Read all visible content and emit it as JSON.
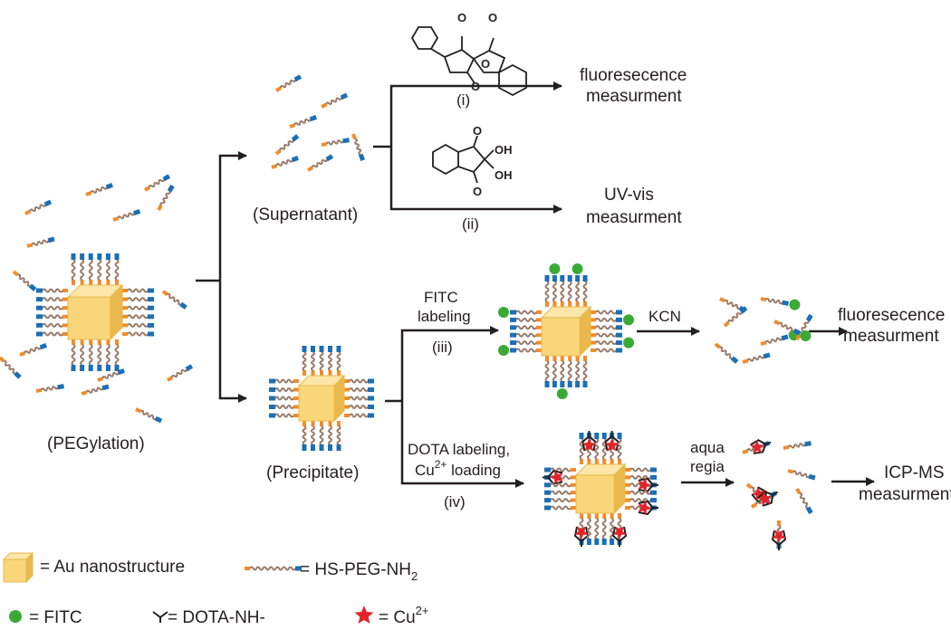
{
  "labels": {
    "pegylation": "(PEGylation)",
    "supernatant": "(Supernatant)",
    "precipitate": "(Precipitate)",
    "step_i": "(i)",
    "step_ii": "(ii)",
    "step_iii": "(iii)",
    "step_iv": "(iv)",
    "fluor_1_line1": "fluoresecence",
    "fluor_1_line2": "measurment",
    "uvvis_line1": "UV-vis",
    "uvvis_line2": "measurment",
    "fitc_line1": "FITC",
    "fitc_line2": "labeling",
    "kcn": "KCN",
    "fluor_2_line1": "fluoresecence",
    "fluor_2_line2": "measurment",
    "dota_line1": "DOTA labeling,",
    "dota_line2_prefix": "Cu",
    "dota_line2_sup": "2+",
    "dota_line2_suffix": " loading",
    "aqua_line1": "aqua",
    "aqua_line2": "regia",
    "icp_line1": "ICP-MS",
    "icp_line2": "measurment",
    "chem_oh_top": "OH",
    "chem_oh_bottom": "OH",
    "chem_o": "O"
  },
  "legend": {
    "au": "= Au nanostructure",
    "peg_prefix": "= HS-PEG-NH",
    "peg_sub": "2",
    "fitc": "= FITC",
    "dota": "= DOTA-NH-",
    "cu_prefix": "= Cu",
    "cu_sup": "2+"
  },
  "colors": {
    "gold": "#f9d67a",
    "gold_dark": "#e9b94c",
    "peg_chain": "#9a7b6a",
    "thiol_end": "#f28c28",
    "amine_end": "#1b6fb5",
    "fitc": "#3aaa35",
    "cu": "#e2242a",
    "arrow": "#231f20"
  }
}
